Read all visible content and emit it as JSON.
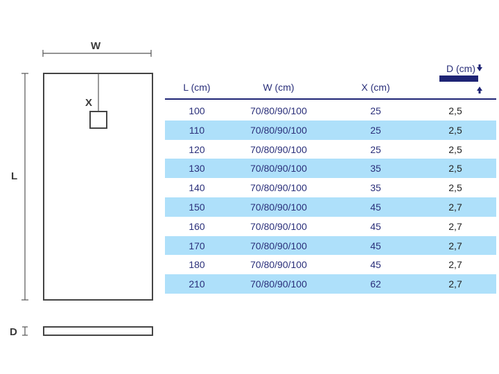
{
  "diagram": {
    "w_label": "W",
    "x_label": "X",
    "l_label": "L",
    "d_label": "D"
  },
  "table": {
    "headers": {
      "l": "L (cm)",
      "w": "W (cm)",
      "x": "X (cm)",
      "d": "D (cm)"
    },
    "rows": [
      {
        "l": "100",
        "w": "70/80/90/100",
        "x": "25",
        "d": "2,5"
      },
      {
        "l": "110",
        "w": "70/80/90/100",
        "x": "25",
        "d": "2,5"
      },
      {
        "l": "120",
        "w": "70/80/90/100",
        "x": "25",
        "d": "2,5"
      },
      {
        "l": "130",
        "w": "70/80/90/100",
        "x": "35",
        "d": "2,5"
      },
      {
        "l": "140",
        "w": "70/80/90/100",
        "x": "35",
        "d": "2,5"
      },
      {
        "l": "150",
        "w": "70/80/90/100",
        "x": "45",
        "d": "2,7"
      },
      {
        "l": "160",
        "w": "70/80/90/100",
        "x": "45",
        "d": "2,7"
      },
      {
        "l": "170",
        "w": "70/80/90/100",
        "x": "45",
        "d": "2,7"
      },
      {
        "l": "180",
        "w": "70/80/90/100",
        "x": "45",
        "d": "2,7"
      },
      {
        "l": "210",
        "w": "70/80/90/100",
        "x": "62",
        "d": "2,7"
      }
    ]
  },
  "colors": {
    "header_text": "#2a2f7a",
    "row_highlight": "#aee0fa",
    "rule": "#1e2475"
  }
}
